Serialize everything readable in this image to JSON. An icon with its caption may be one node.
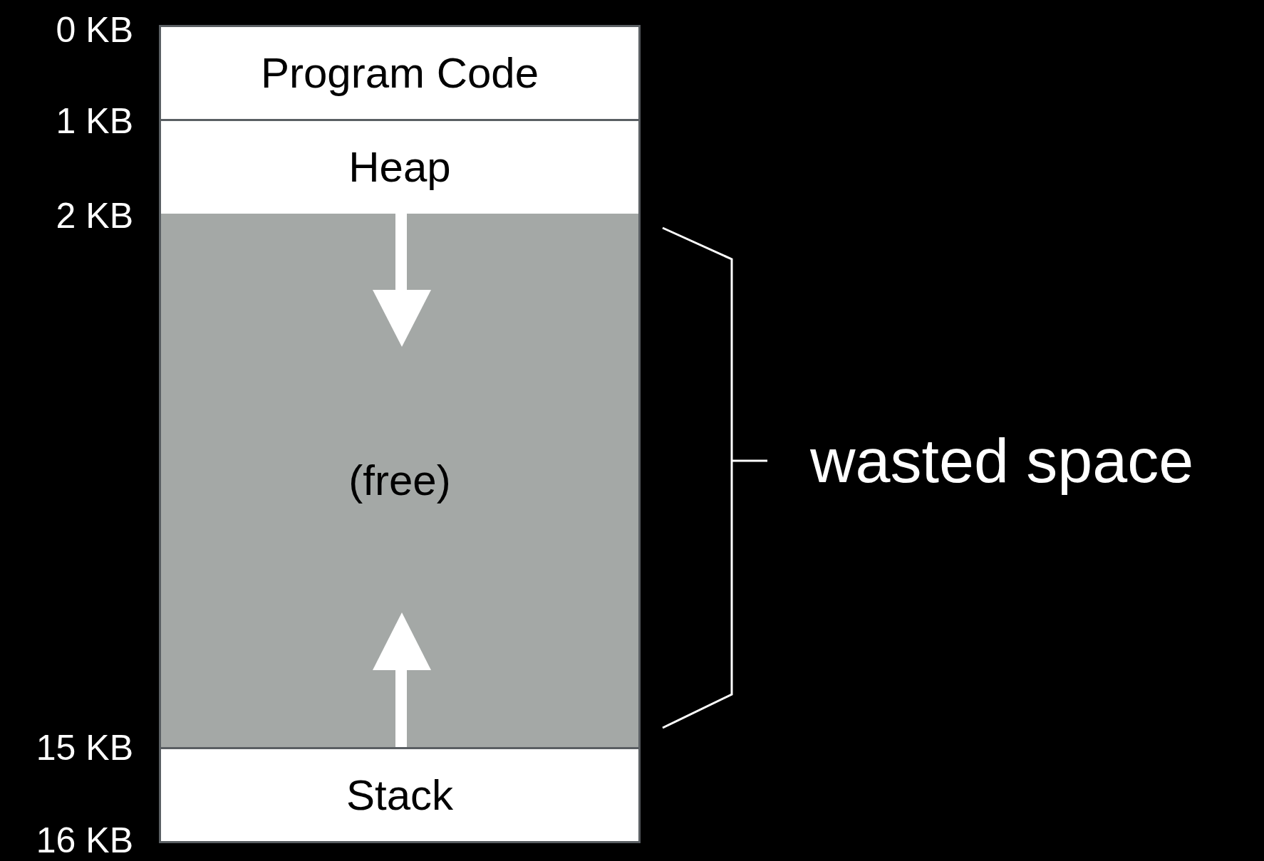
{
  "diagram": {
    "nodes": [
      {
        "text": [
          "Program Code"
        ]
      },
      {
        "text": [
          "Heap"
        ]
      },
      {
        "text": [
          "(free)"
        ]
      },
      {
        "text": [
          "Stack"
        ]
      }
    ],
    "labels": [
      "0 KB",
      "1 KB",
      "2 KB",
      "15 KB",
      "16 KB",
      "wasted space"
    ]
  }
}
